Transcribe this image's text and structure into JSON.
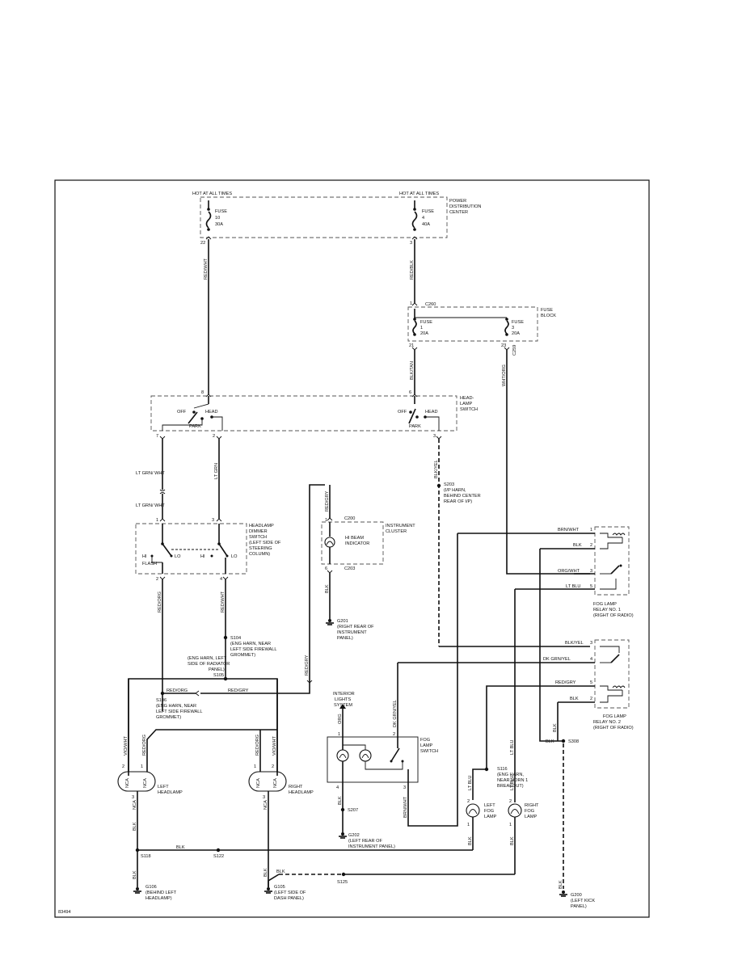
{
  "diagram_id": "83494",
  "power_distribution": {
    "label": "POWER DISTRIBUTION CENTER",
    "hot_left": "HOT AT ALL TIMES",
    "hot_right": "HOT AT ALL TIMES",
    "fuse_a": {
      "name": "FUSE",
      "num": "10",
      "amp": "30A",
      "pin": "22"
    },
    "fuse_b": {
      "name": "FUSE",
      "num": "4",
      "amp": "40A",
      "pin": "3"
    }
  },
  "fuse_block": {
    "label": "FUSE BLOCK",
    "conn_top": "C260",
    "conn_bottom": "C259",
    "fuse_a": {
      "name": "FUSE",
      "num": "1",
      "amp": "20A",
      "pin_in": "1",
      "pin_out": "21"
    },
    "fuse_b": {
      "name": "FUSE",
      "num": "3",
      "amp": "20A",
      "pin_out": "23"
    }
  },
  "headlamp_switch": {
    "label": "HEAD-LAMP SWITCH",
    "left": {
      "off": "OFF",
      "head": "HEAD",
      "park": "PARK"
    },
    "right": {
      "off": "OFF",
      "head": "HEAD",
      "park": "PARK"
    },
    "pins": {
      "p8": "8",
      "p6": "6",
      "p7": "7",
      "p2": "2",
      "p3": "3"
    }
  },
  "dimmer_switch": {
    "label": "HEADLAMP DIMMER SWITCH (LEFT SIDE OF STEERING COLUMN)",
    "hi_left": "HI",
    "lo_left": "LO",
    "hi_right": "HI",
    "lo_right": "LO",
    "flash": "FLASH",
    "pins": {
      "p1": "1",
      "p3": "3",
      "p2": "2",
      "p4": "4"
    }
  },
  "cluster": {
    "label": "INSTRUMENT CLUSTER",
    "indicator": "HI BEAM INDICATOR",
    "conn_top": "C200",
    "conn_bottom": "C203",
    "pin_top": "1",
    "pin_bottom": "6"
  },
  "wires": {
    "red_wht_top": "RED/WHT",
    "red_blk": "RED/BLK",
    "blk_tan": "BLK/TAN",
    "wht_org": "WHT/ORG",
    "red_wht_mid": "RED/WHT",
    "lt_grn_wht_a": "LT GRN/ WHT",
    "lt_grn_wht_b": "LT GRN/ WHT",
    "lt_grn": "LT GRN",
    "blk_yel": "BLK/YEL",
    "red_gry_cluster": "RED/GRY",
    "blk_cluster": "BLK",
    "red_org_a": "RED/ORG",
    "red_wht_b": "RED/WHT",
    "red_gry_long": "RED/GRY",
    "red_org_b": "RED/ORG",
    "red_gry_b": "RED/GRY",
    "vio_wht_l": "VIO/WHT",
    "red_org_l": "RED/ORG",
    "red_org_r": "RED/ORG",
    "vio_wht_r": "VIO/WHT",
    "blk_l": "BLK",
    "blk_r": "BLK",
    "blk_bottom": "BLK",
    "blk_bottom_r": "BLK",
    "blk_g106": "BLK",
    "blk_g105": "BLK",
    "org_switch": "ORG",
    "dk_grn_yel_v": "DK GRN/YEL",
    "blk_switch": "BLK",
    "brn_wht_v": "BRN/WHT",
    "lt_blu_v": "LT BLU",
    "lt_blu_lf": "LT BLU",
    "lt_blu_rf": "LT BLU",
    "blk_lf": "BLK",
    "blk_rf": "BLK",
    "blk_relay2": "BLK",
    "blk_s308": "BLK",
    "blk_g200": "BLK"
  },
  "splices": {
    "s203": "S203 (I/P HARN, BEHIND CENTER REAR OF I/P)",
    "s104": "S104 (ENG HARN, NEAR LEFT SIDE FIREWALL GROMMET)",
    "s105": "(ENG HARN, LEFT SIDE OF RADIATOR PANEL) S105",
    "s106": "S106 (ENG HARN, NEAR LEFT SIDE FIREWALL GROMMET)",
    "s116": "S116 (ENG HARN, NEAR HORN 1 BREAKOUT)",
    "s118": "S118",
    "s122": "S122",
    "s125": "S125",
    "s207": "S207",
    "s308": "S308"
  },
  "grounds": {
    "g201": "G201 (RIGHT REAR OF INSTRUMENT PANEL)",
    "g202": "G202 (LEFT REAR OF INSTRUMENT PANEL)",
    "g106": "G106 (BEHIND LEFT HEADLAMP)",
    "g105": "G105 (LEFT SIDE OF DASH PANEL)",
    "g200": "G200 (LEFT KICK PANEL)"
  },
  "relay1": {
    "label": "FOG LAMP RELAY NO. 1 (RIGHT OF RADIO)",
    "w1": "BRN/WHT",
    "w2": "BLK",
    "w3": "ORG/WHT",
    "w4": "LT BLU",
    "p1": "1",
    "p2": "2",
    "p3": "3",
    "p4": "5"
  },
  "relay2": {
    "label": "FOG LAMP RELAY NO. 2 (RIGHT OF RADIO)",
    "w1": "BLK/YEL",
    "w2": "DK GRN/YEL",
    "w3": "RED/GRY",
    "w4": "BLK",
    "p1": "3",
    "p2": "4",
    "p3": "5",
    "p4": "2"
  },
  "fog_switch": {
    "label": "FOG LAMP SWITCH",
    "interior": "INTERIOR LIGHTS SYSTEM",
    "pins": {
      "p1": "1",
      "p2": "2",
      "p4": "4",
      "p3": "3"
    }
  },
  "headlamps": {
    "left": "LEFT HEADLAMP",
    "right": "RIGHT HEADLAMP",
    "nca": "NCA",
    "pins": {
      "p2": "2",
      "p1": "1",
      "p3": "3"
    }
  },
  "fog_lamps": {
    "left": "LEFT FOG LAMP",
    "right": "RIGHT FOG LAMP",
    "pin2": "2",
    "pin1": "1"
  }
}
